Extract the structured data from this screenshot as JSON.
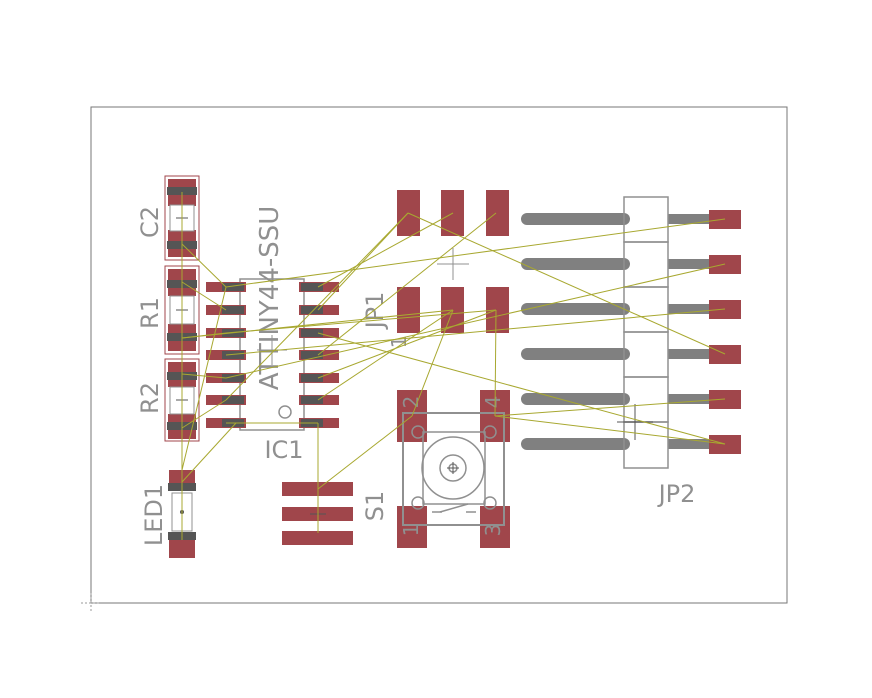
{
  "labels": {
    "c2": "C2",
    "r1": "R1",
    "r2": "R2",
    "ic1_part": "ATTINY44-SSU",
    "ic1": "IC1",
    "led1": "LED1",
    "jp1": "JP1",
    "jp1_pin1": "1",
    "s1": "S1",
    "s1_pin1": "1",
    "s1_pin2": "2",
    "s1_pin3": "3",
    "s1_pin4": "4",
    "jp2": "JP2"
  },
  "colors": {
    "background": "#ffffff",
    "outline": "#777777",
    "pad": "#a0464b",
    "silk": "#909090",
    "pin": "#808080",
    "airwire": "#a8a830"
  }
}
